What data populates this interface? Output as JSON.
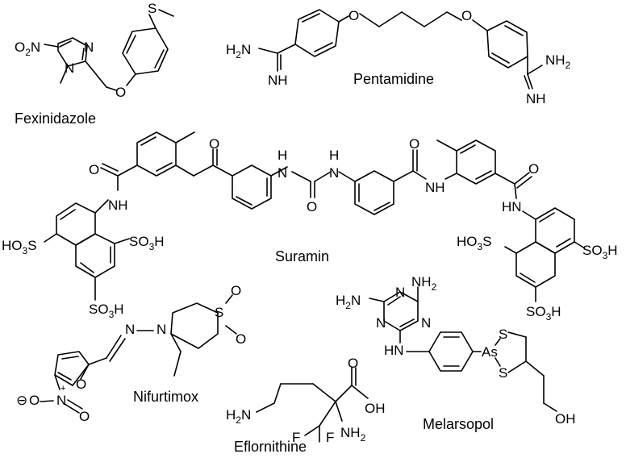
{
  "names": {
    "fexinidazole": "Fexinidazole",
    "pentamidine": "Pentamidine",
    "suramin": "Suramin",
    "nifurtimox": "Nifurtimox",
    "melarsopol": "Melarsopol",
    "eflornithine": "Eflornithine"
  },
  "atoms": {
    "S": "S",
    "O": "O",
    "N": "N",
    "H": "H",
    "NH": "NH",
    "HN": "HN",
    "NH2_base": "NH",
    "H2N_base": "H",
    "sub2": "2",
    "OH": "OH",
    "F": "F",
    "As": "As",
    "SO3H_so": "SO",
    "sub3": "3",
    "HO3S_ho": "HO",
    "O2N_o": "O",
    "plus": "+",
    "minus": "⊖"
  }
}
